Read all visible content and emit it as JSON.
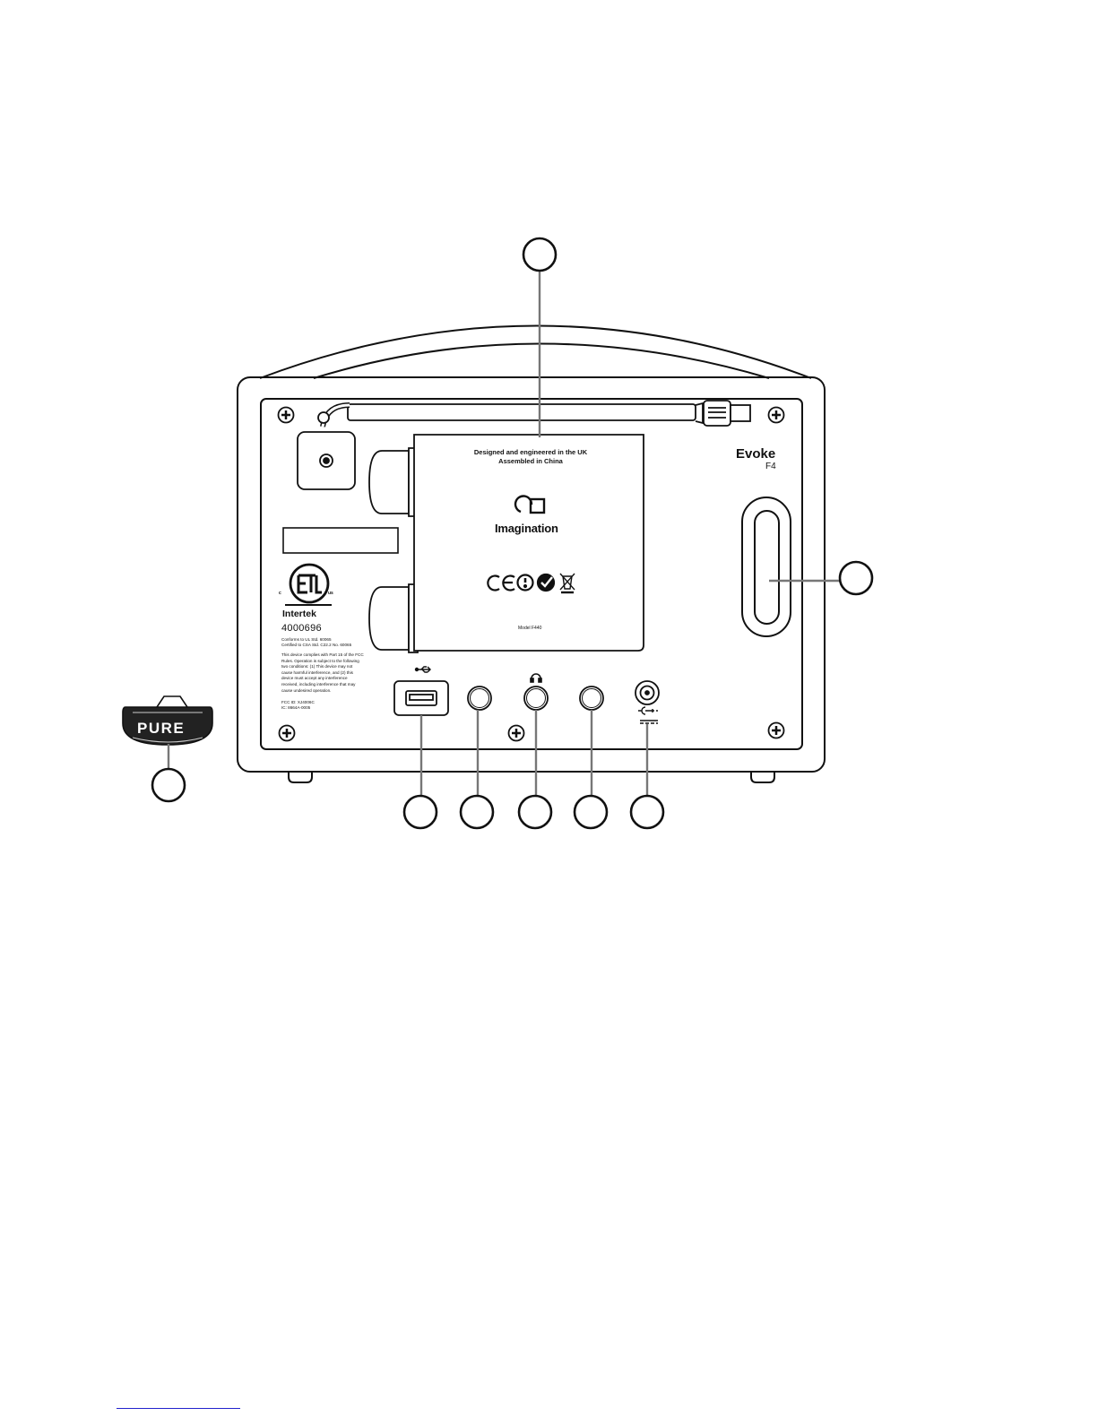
{
  "device": {
    "model_name": "Evoke",
    "model_variant": "F4",
    "label_plate": {
      "line1": "Designed and engineered in the UK",
      "line2": "Assembled in China",
      "manufacturer_logo_text": "Imagination",
      "model_text": "Model F440",
      "marks": [
        "ce-mark-icon",
        "rf-warning-icon",
        "c-tick-icon",
        "weee-bin-icon"
      ]
    },
    "cert": {
      "etl_c": "c",
      "etl_us": "us",
      "lab": "Intertek",
      "number": "4000696",
      "standards": [
        "Conforms to UL Std. 60065",
        "Certified to CSA Std. C22.2 No. 60065"
      ],
      "fcc_statement": [
        "This device complies with Part 15 of the FCC",
        "Rules. Operation is subject to the following",
        "two conditions: (1) This device may not",
        "cause harmful interference, and (2) this",
        "device must accept any interference",
        "received, including interference that may",
        "cause undesired operation."
      ],
      "fcc_id": "FCC ID: XJ4006C",
      "ic_id": "IC: 8664A-0005"
    },
    "ports": [
      "usb-icon",
      "aux-jack",
      "headphone-icon",
      "line-out-jack",
      "dc-power-icon"
    ],
    "accessory_label": "PURE"
  },
  "callouts": [
    "",
    "",
    "",
    "",
    "",
    "",
    "",
    "",
    ""
  ]
}
